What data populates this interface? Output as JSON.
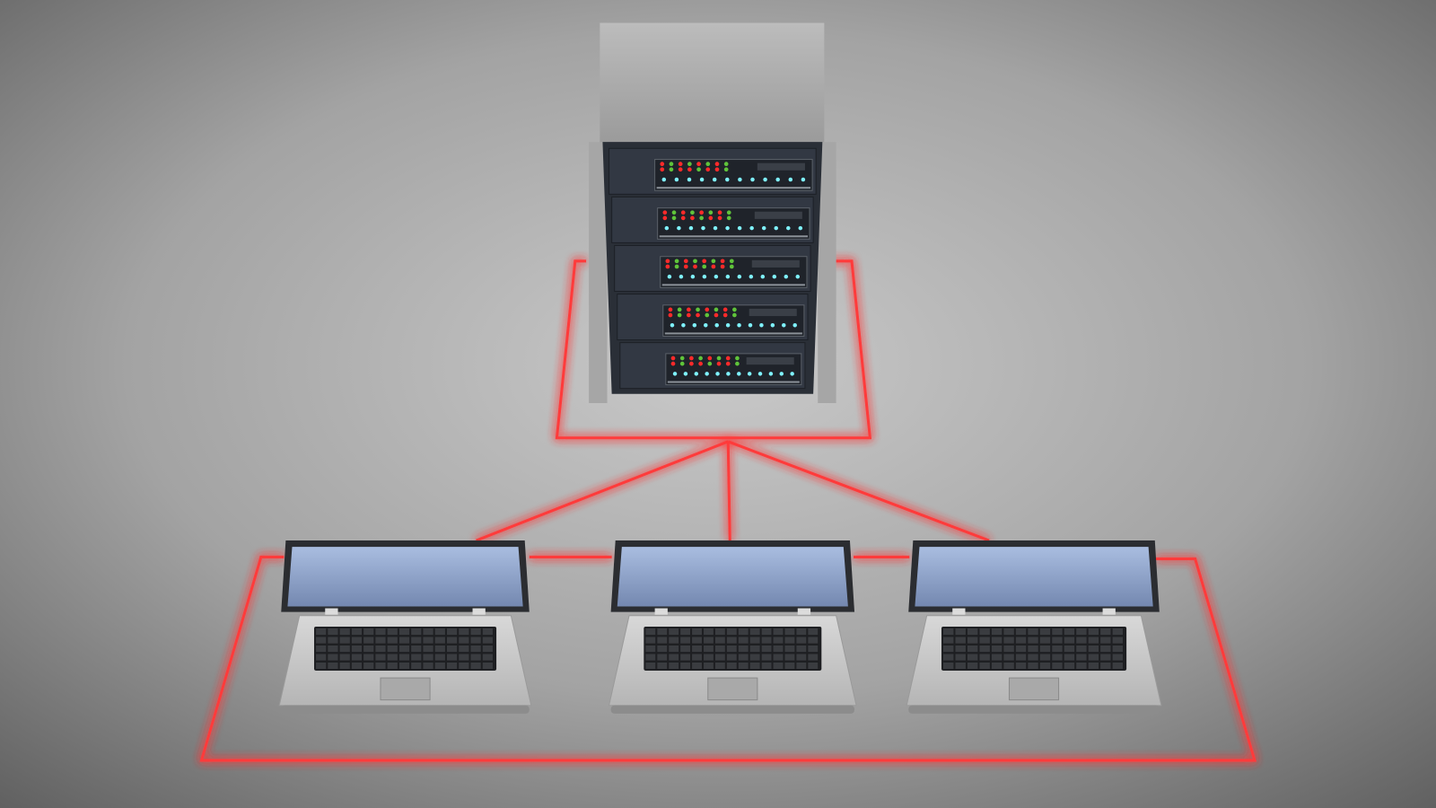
{
  "scene": {
    "subject": "server-rack-connected-to-three-laptops",
    "colors": {
      "background_center": "#c4c4c4",
      "background_edge": "#6a6a6a",
      "network_line": "#ff3b3b",
      "server_front": "#2b3038",
      "led_red": "#ff2a2a",
      "led_green": "#5fc43a",
      "led_cyan": "#7ff3ff",
      "laptop_screen": "#8fa6cc",
      "laptop_body": "#cfcfcf"
    },
    "server": {
      "rack_units": 5
    },
    "laptops": [
      {
        "id": "left"
      },
      {
        "id": "center"
      },
      {
        "id": "right"
      }
    ]
  }
}
